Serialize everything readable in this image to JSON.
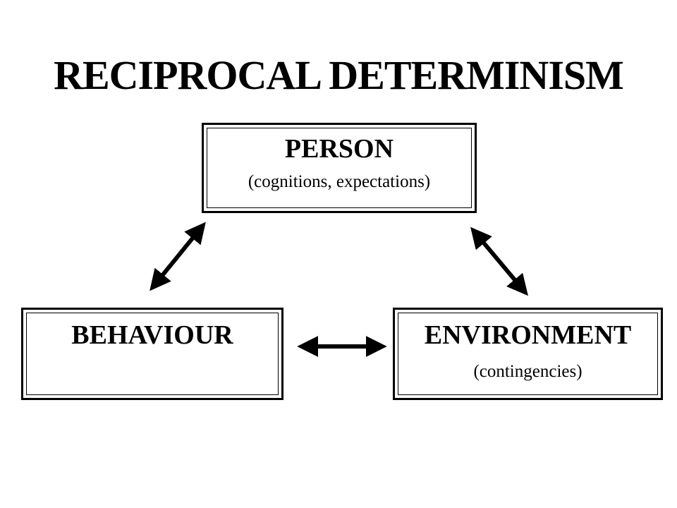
{
  "title": "RECIPROCAL DETERMINISM",
  "nodes": {
    "person": {
      "label": "PERSON",
      "detail": "(cognitions, expectations)"
    },
    "behaviour": {
      "label": "BEHAVIOUR",
      "detail": ""
    },
    "environment": {
      "label": "ENVIRONMENT",
      "detail": "(contingencies)"
    }
  },
  "connections": [
    {
      "from": "person",
      "to": "behaviour",
      "direction": "bidirectional"
    },
    {
      "from": "person",
      "to": "environment",
      "direction": "bidirectional"
    },
    {
      "from": "behaviour",
      "to": "environment",
      "direction": "bidirectional"
    }
  ],
  "colors": {
    "background": "#ffffff",
    "ink": "#000000"
  }
}
